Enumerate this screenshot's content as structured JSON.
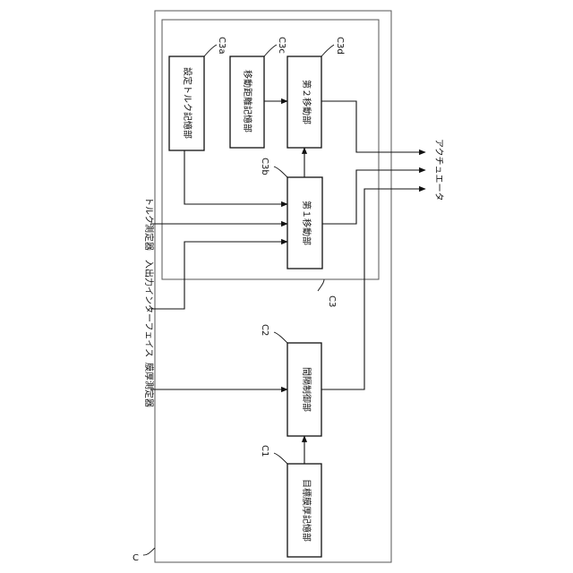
{
  "frames": {
    "outer_label": "C",
    "inner_label": "C3"
  },
  "blocks": {
    "setting_torque_storage": {
      "text": "設定トルク記憶部",
      "ref": "C3a"
    },
    "movement_distance_storage": {
      "text": "移動距離記憶部",
      "ref": "C3c"
    },
    "second_moving_section": {
      "text": "第２移動部",
      "ref": "C3d"
    },
    "first_moving_section": {
      "text": "第１移動部",
      "ref": "C3b"
    },
    "gap_control_section": {
      "text": "間隔制御部",
      "ref": "C2"
    },
    "target_film_thickness_storage": {
      "text": "目標膜厚記憶部",
      "ref": "C1"
    }
  },
  "inputs": {
    "torque_meter": "トルク測定器",
    "io_interface": "入出力インターフェイス",
    "film_thickness_meter": "膜厚測定器"
  },
  "output": {
    "actuator": "アクチュエータ"
  },
  "colors": {
    "line": "#111111",
    "frame": "#555555",
    "background": "#ffffff"
  }
}
